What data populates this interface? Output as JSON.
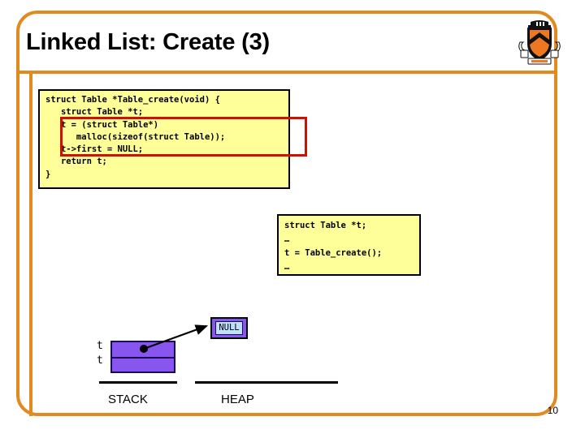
{
  "slide": {
    "title": "Linked List: Create (3)",
    "page_number": "10",
    "logo_name": "princeton-shield-logo",
    "frame_color": "#e08a20"
  },
  "code_main": {
    "text": "struct Table *Table_create(void) {\n   struct Table *t;\n   t = (struct Table*)\n      malloc(sizeof(struct Table));\n   t->first = NULL;\n   return t;\n}",
    "background": "#ffff99",
    "border_color": "#000000",
    "highlight_color": "#cc1100"
  },
  "code_snippet": {
    "text": "struct Table *t;\n…\nt = Table_create();\n…",
    "background": "#ffff99",
    "border_color": "#000000"
  },
  "diagram": {
    "stack_slot_labels": [
      "t",
      "t"
    ],
    "stack_fill_color": "#8855ee",
    "stack_border_color": "#1a0a55",
    "heap_node_text": "NULL",
    "heap_node_fill": "#bfe0fb",
    "heap_node_outer_fill": "#8855ee",
    "region_labels": {
      "stack": "STACK",
      "heap": "HEAP"
    }
  }
}
